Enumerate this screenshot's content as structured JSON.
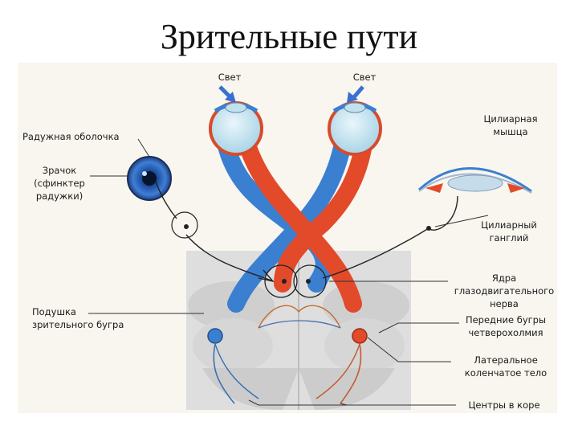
{
  "title": "Зрительные пути",
  "labels": {
    "light_left": "Свет",
    "light_right": "Свет",
    "iris": "Радужная оболочка",
    "pupil_1": "Зрачок",
    "pupil_2": "(сфинктер",
    "pupil_3": "радужки)",
    "ciliary_muscle_1": "Цилиарная",
    "ciliary_muscle_2": "мышца",
    "ciliary_ganglion_1": "Цилиарный",
    "ciliary_ganglion_2": "ганглий",
    "oculomotor_1": "Ядра",
    "oculomotor_2": "глазодвигательного",
    "oculomotor_3": "нерва",
    "pulvinar_1": "Подушка",
    "pulvinar_2": "зрительного бугра",
    "colliculi_1": "Передние бугры",
    "colliculi_2": "четверохолмия",
    "lgn_1": "Латеральное",
    "lgn_2": "коленчатое тело",
    "cortex": "Центры в коре"
  },
  "colors": {
    "left_pathway": "#3b7fd0",
    "right_pathway": "#e24a2a",
    "brainstem": "#dedede",
    "light_arrow": "#3b6fd0"
  }
}
